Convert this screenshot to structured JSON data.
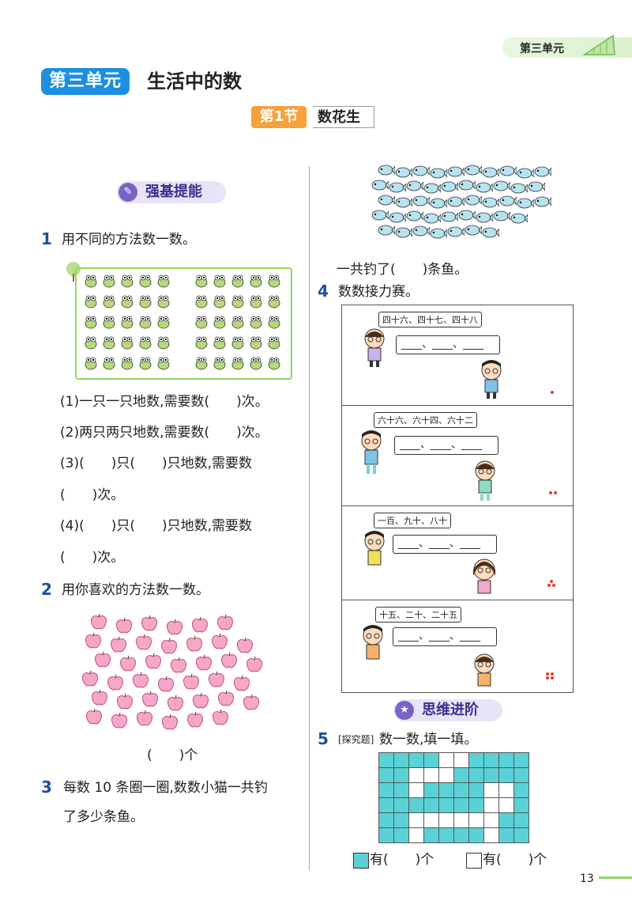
{
  "header": {
    "unit_tab": "第三单元"
  },
  "unit": {
    "badge": "第三单元",
    "title": "生活中的数"
  },
  "section": {
    "badge": "第1节",
    "title": "数花生"
  },
  "labels": {
    "basic": "强基提能",
    "advanced": "思维进阶"
  },
  "q1": {
    "num": "1",
    "text": "用不同的方法数一数。",
    "frog_groups": 2,
    "frogs_per_group": {
      "rows": 5,
      "cols": 5
    },
    "items": [
      "(1)一只一只地数,需要数(　　)次。",
      "(2)两只两只地数,需要数(　　)次。",
      "(3)(　　)只(　　)只地数,需要数",
      "(　　)次。",
      "(4)(　　)只(　　)只地数,需要数",
      "(　　)次。"
    ]
  },
  "q2": {
    "num": "2",
    "text": "用你喜欢的方法数一数。",
    "answer": "(　　)个",
    "apple_count": 40
  },
  "q3": {
    "num": "3",
    "text_line1": "每数 10 条圈一圈,数数小猫一共钓",
    "text_line2": "了多少条鱼。",
    "answer": "一共钓了(　　)条鱼。",
    "fish_count": 46
  },
  "q4": {
    "num": "4",
    "text": "数数接力赛。",
    "panels": [
      {
        "prompt": "四十六、四十七、四十八",
        "blank": "____、____、____",
        "stars": 1
      },
      {
        "prompt": "六十六、六十四、六十二",
        "blank": "____、____、____",
        "stars": 2
      },
      {
        "prompt": "一百、九十、八十",
        "blank": "____、____、____",
        "stars": 3
      },
      {
        "prompt": "十五、二十、二十五",
        "blank": "____、____、____",
        "stars": 4
      }
    ]
  },
  "q5": {
    "num": "5",
    "tag": "[探究题]",
    "text": "数一数,填一填。",
    "filled_label": "有(　　)个",
    "empty_label": "有(　　)个",
    "grid": [
      "1111001111",
      "1100011111",
      "1101111001",
      "1111111001",
      "1100000011",
      "1101111011"
    ],
    "colors": {
      "filled": "#5ad1d6",
      "empty": "#ffffff"
    }
  },
  "footer": {
    "page_number": "13"
  }
}
